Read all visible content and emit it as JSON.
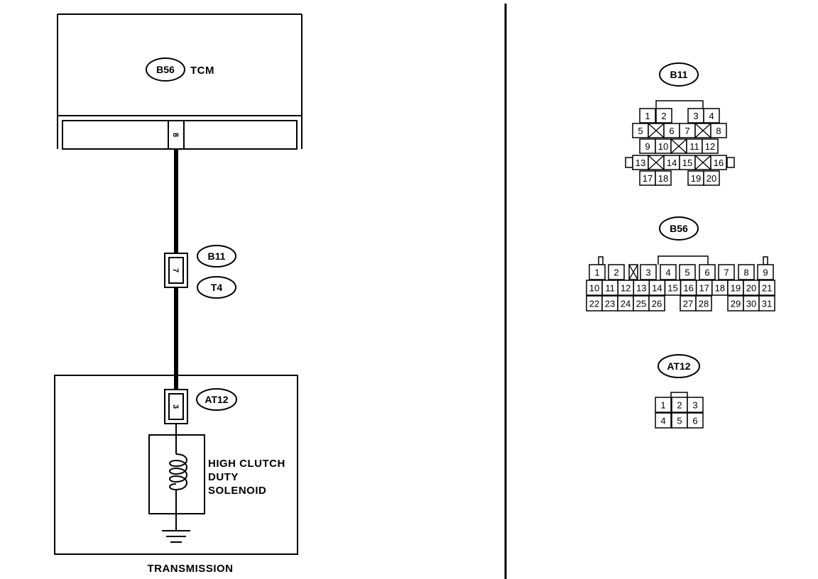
{
  "tcm": {
    "connector": "B56",
    "name": "TCM",
    "pin": "8"
  },
  "junction": {
    "pin": "7",
    "connector_a": "B11",
    "connector_b": "T4"
  },
  "transmission": {
    "label": "TRANSMISSION",
    "connector": "AT12",
    "pin": "3",
    "solenoid_lines": [
      "HIGH CLUTCH",
      "DUTY",
      "SOLENOID"
    ]
  },
  "connector_views": {
    "b11": {
      "label": "B11",
      "pins": [
        "1",
        "2",
        "3",
        "4",
        "5",
        "6",
        "7",
        "8",
        "9",
        "10",
        "11",
        "12",
        "13",
        "14",
        "15",
        "16",
        "17",
        "18",
        "19",
        "20"
      ]
    },
    "b56": {
      "label": "B56",
      "pins": [
        "1",
        "2",
        "3",
        "4",
        "5",
        "6",
        "7",
        "8",
        "9",
        "10",
        "11",
        "12",
        "13",
        "14",
        "15",
        "16",
        "17",
        "18",
        "19",
        "20",
        "21",
        "22",
        "23",
        "24",
        "25",
        "26",
        "27",
        "28",
        "29",
        "30",
        "31"
      ]
    },
    "at12": {
      "label": "AT12",
      "pins": [
        "1",
        "2",
        "3",
        "4",
        "5",
        "6"
      ]
    }
  }
}
